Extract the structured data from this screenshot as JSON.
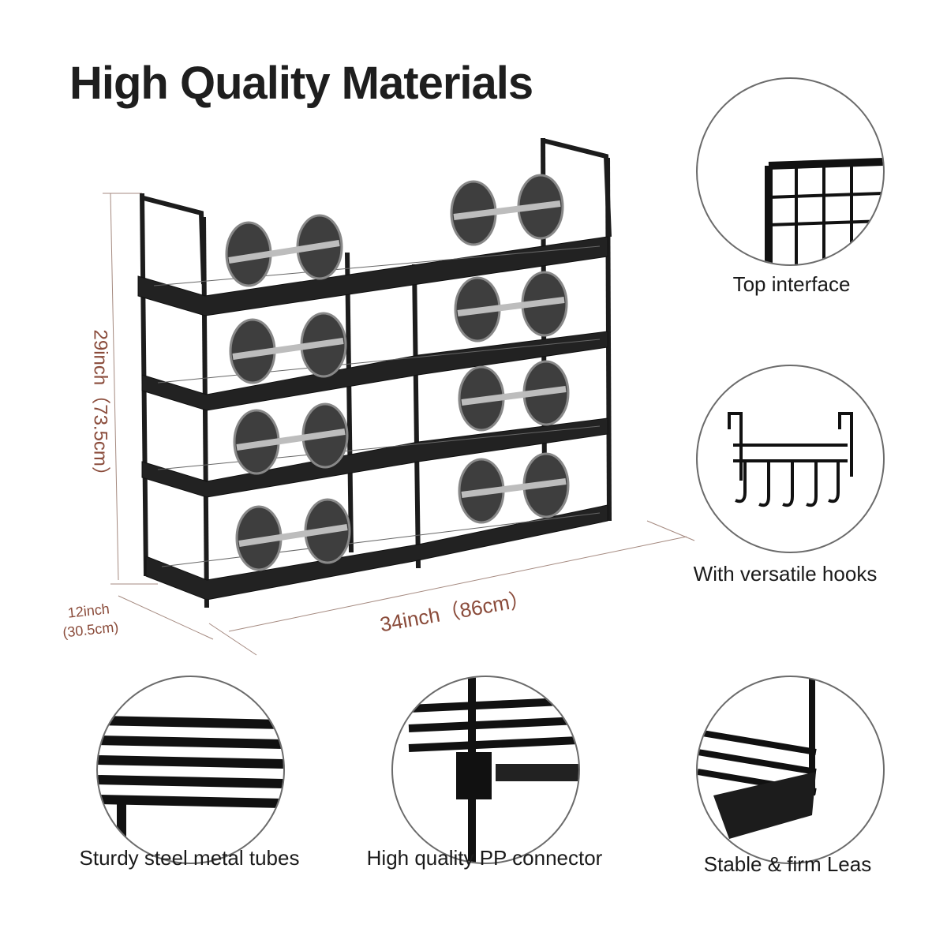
{
  "title": "High Quality Materials",
  "dimensions": {
    "height": "29inch（73.5cm）",
    "width": "34inch（86cm）",
    "depth_line1": "12inch",
    "depth_line2": "(30.5cm)"
  },
  "features": {
    "top_interface": "Top interface",
    "hooks": "With versatile hooks",
    "tubes": "Sturdy steel metal tubes",
    "connector": "High quality PP connector",
    "legs": "Stable & firm Leas"
  },
  "colors": {
    "rack": "#1c1c1c",
    "dimension": "#8a4b3a",
    "plate": "#4a4a4a"
  }
}
